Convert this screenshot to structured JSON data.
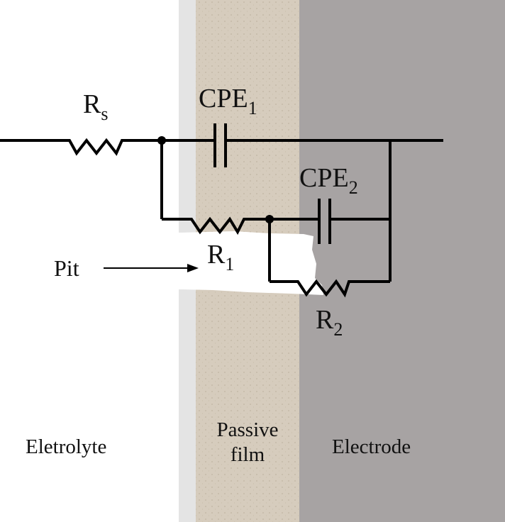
{
  "colors": {
    "electrolyte": "#ffffff",
    "passive_film": "#d6ccbd",
    "passive_film_edge": "#e4e4e4",
    "electrode": "#a7a3a3",
    "wire": "#000000"
  },
  "regions": {
    "electrolyte": "Eletrolyte",
    "passive_film_line1": "Passive",
    "passive_film_line2": "film",
    "electrode": "Electrode"
  },
  "pit_label": "Pit",
  "components": {
    "rs": {
      "main": "R",
      "sub": "s"
    },
    "cpe1": {
      "main": "CPE",
      "sub": "1"
    },
    "cpe2": {
      "main": "CPE",
      "sub": "2"
    },
    "r1": {
      "main": "R",
      "sub": "1"
    },
    "r2": {
      "main": "R",
      "sub": "2"
    }
  }
}
